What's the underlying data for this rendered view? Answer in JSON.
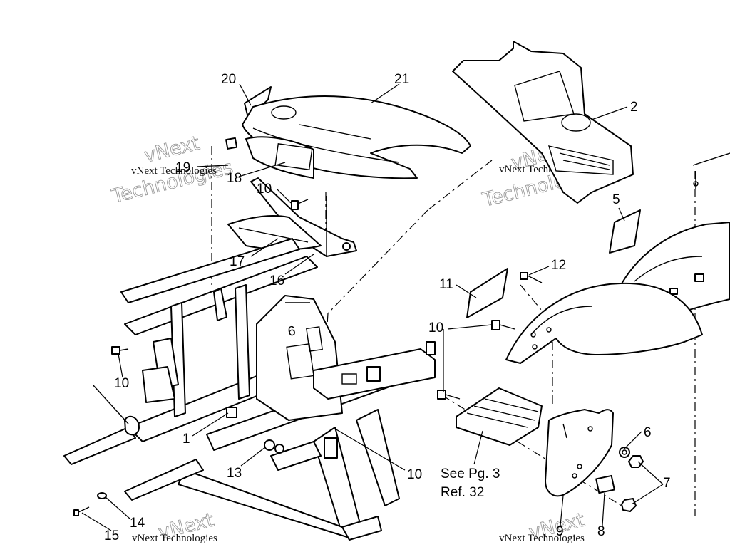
{
  "diagram": {
    "callouts": {
      "c1": "1",
      "c2": "2",
      "c5": "5",
      "c6": "6",
      "c7": "7",
      "c8": "8",
      "c9": "9",
      "c10a": "10",
      "c10b": "10",
      "c10c": "10",
      "c10d": "10",
      "c11": "11",
      "c12": "12",
      "c13": "13",
      "c14": "14",
      "c15": "15",
      "c16": "16",
      "c17": "17",
      "c18": "18",
      "c19": "19",
      "c20": "20",
      "c21": "21"
    },
    "frame_stamp": "6",
    "note_line1": "See Pg. 3",
    "note_line2": "Ref. 32",
    "watermark_name": "vNext Technologies",
    "watermark_word1": "vNext",
    "watermark_word2": "Technologies"
  }
}
